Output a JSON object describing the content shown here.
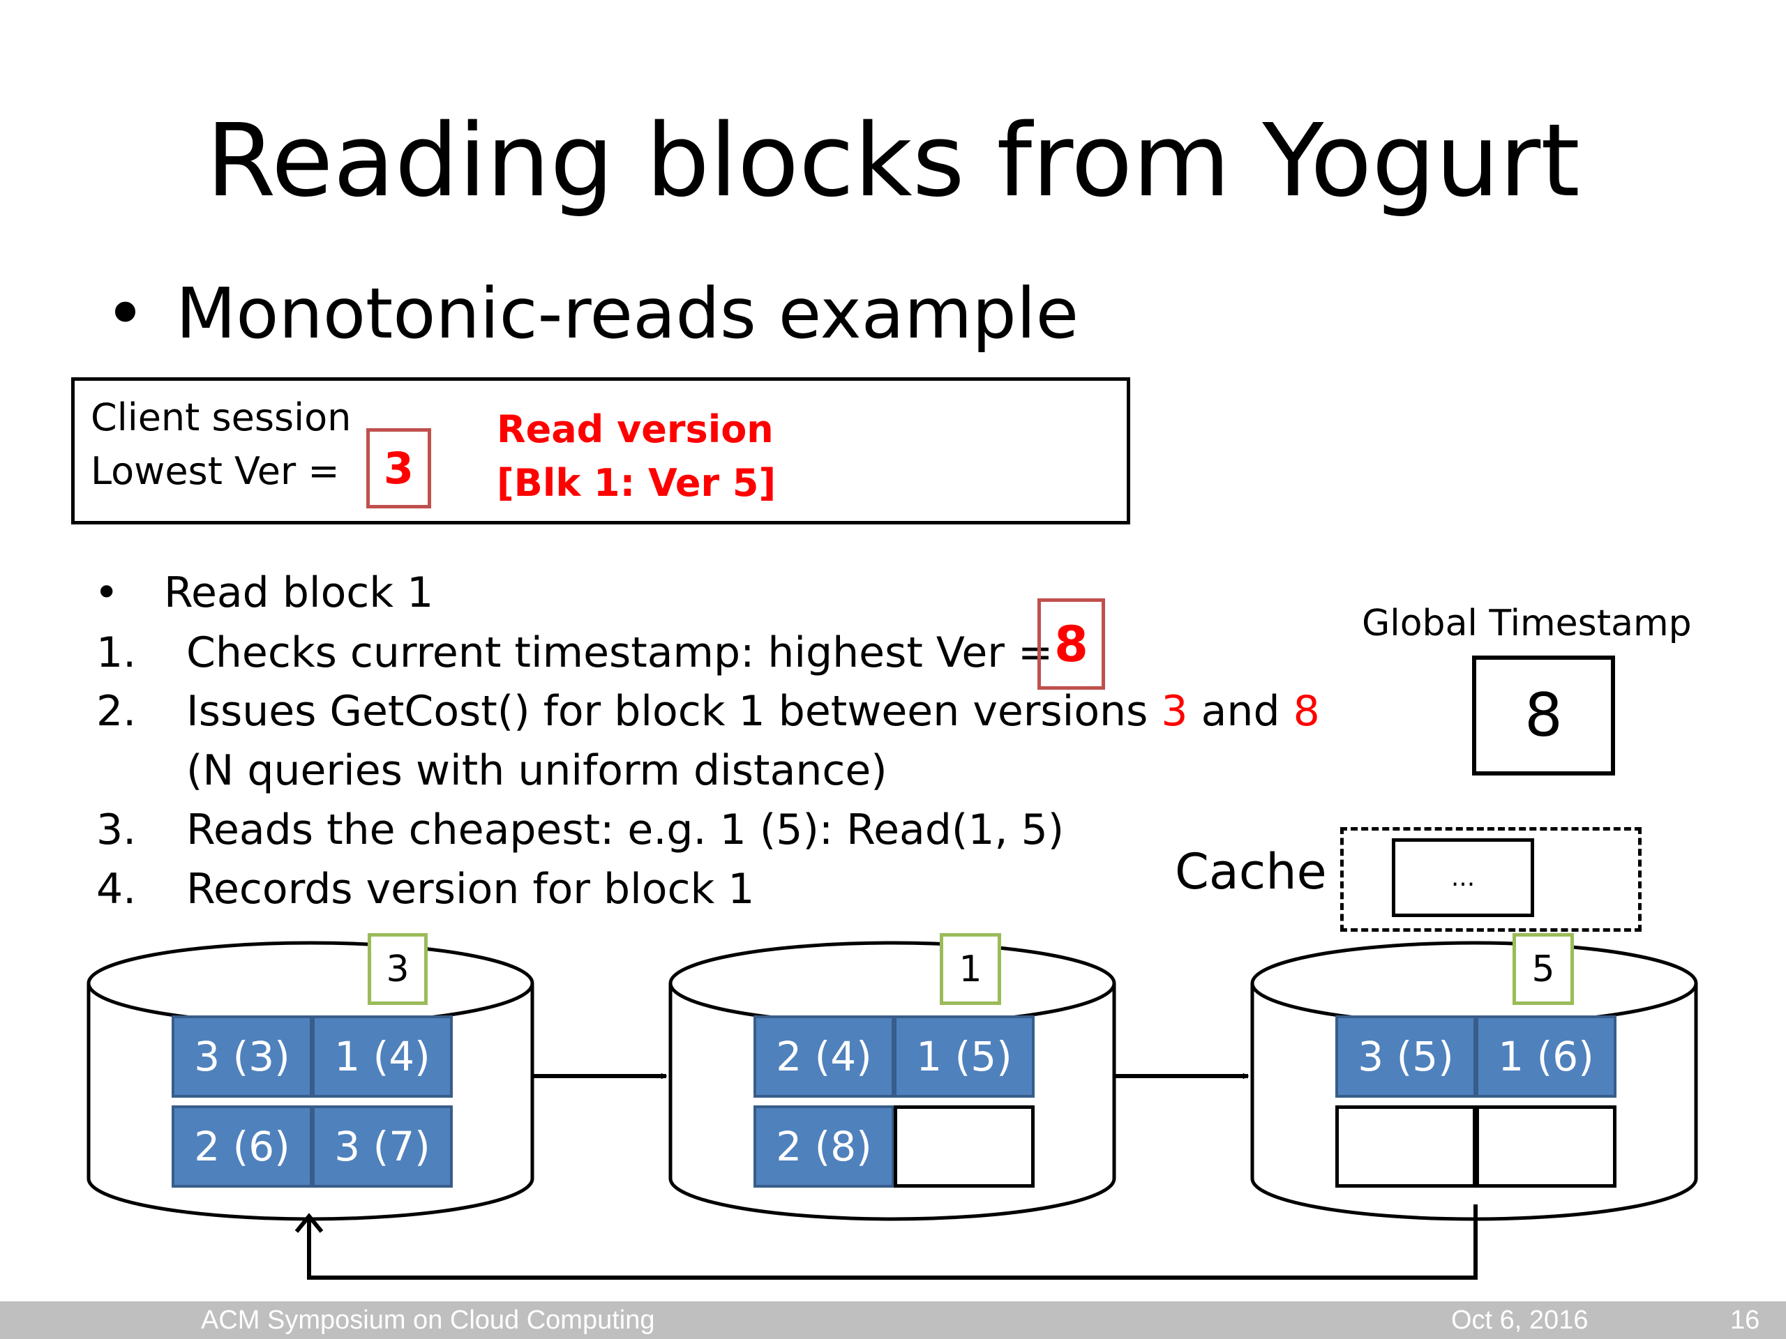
{
  "title": "Reading blocks from Yogurt",
  "main_bullet": {
    "dot": "•",
    "text": "Monotonic-reads example"
  },
  "session": {
    "line1": "Client session",
    "line2": "Lowest Ver =",
    "lowest_ver": "3",
    "read_line1": "Read version",
    "read_line2": "[Blk 1: Ver 5]"
  },
  "steps": {
    "intro_dot": "•",
    "intro": "Read block 1",
    "s1_num": "1.",
    "s1_text": "Checks current timestamp: highest Ver =",
    "s1_value": "8",
    "s2_num": "2.",
    "s2_text_a": "Issues GetCost() for block 1 between versions ",
    "s2_v1": "3",
    "s2_text_b": " and ",
    "s2_v2": "8",
    "s2_cont": "(N queries with uniform distance)",
    "s3_num": "3.",
    "s3_text": "Reads the cheapest: e.g. 1 (5): Read(1, 5)",
    "s4_num": "4.",
    "s4_text": "Records version for block 1"
  },
  "global": {
    "label": "Global  Timestamp",
    "value": "8"
  },
  "cache": {
    "label": "Cache",
    "content": "..."
  },
  "disks": [
    {
      "badge": "3",
      "cells": [
        "3 (3)",
        "1 (4)",
        "2 (6)",
        "3 (7)"
      ]
    },
    {
      "badge": "1",
      "cells": [
        "2 (4)",
        "1 (5)",
        "2 (8)",
        ""
      ]
    },
    {
      "badge": "5",
      "cells": [
        "3 (5)",
        "1 (6)",
        "",
        ""
      ]
    }
  ],
  "footer": {
    "conference": "ACM Symposium on Cloud Computing",
    "date": "Oct 6, 2016",
    "page": "16"
  },
  "colors": {
    "accent_red": "#ff0000",
    "red_box_border": "#c0504d",
    "block_blue": "#4f81bd",
    "badge_green": "#9bbb59",
    "footer_bar": "#bfbfbf"
  }
}
